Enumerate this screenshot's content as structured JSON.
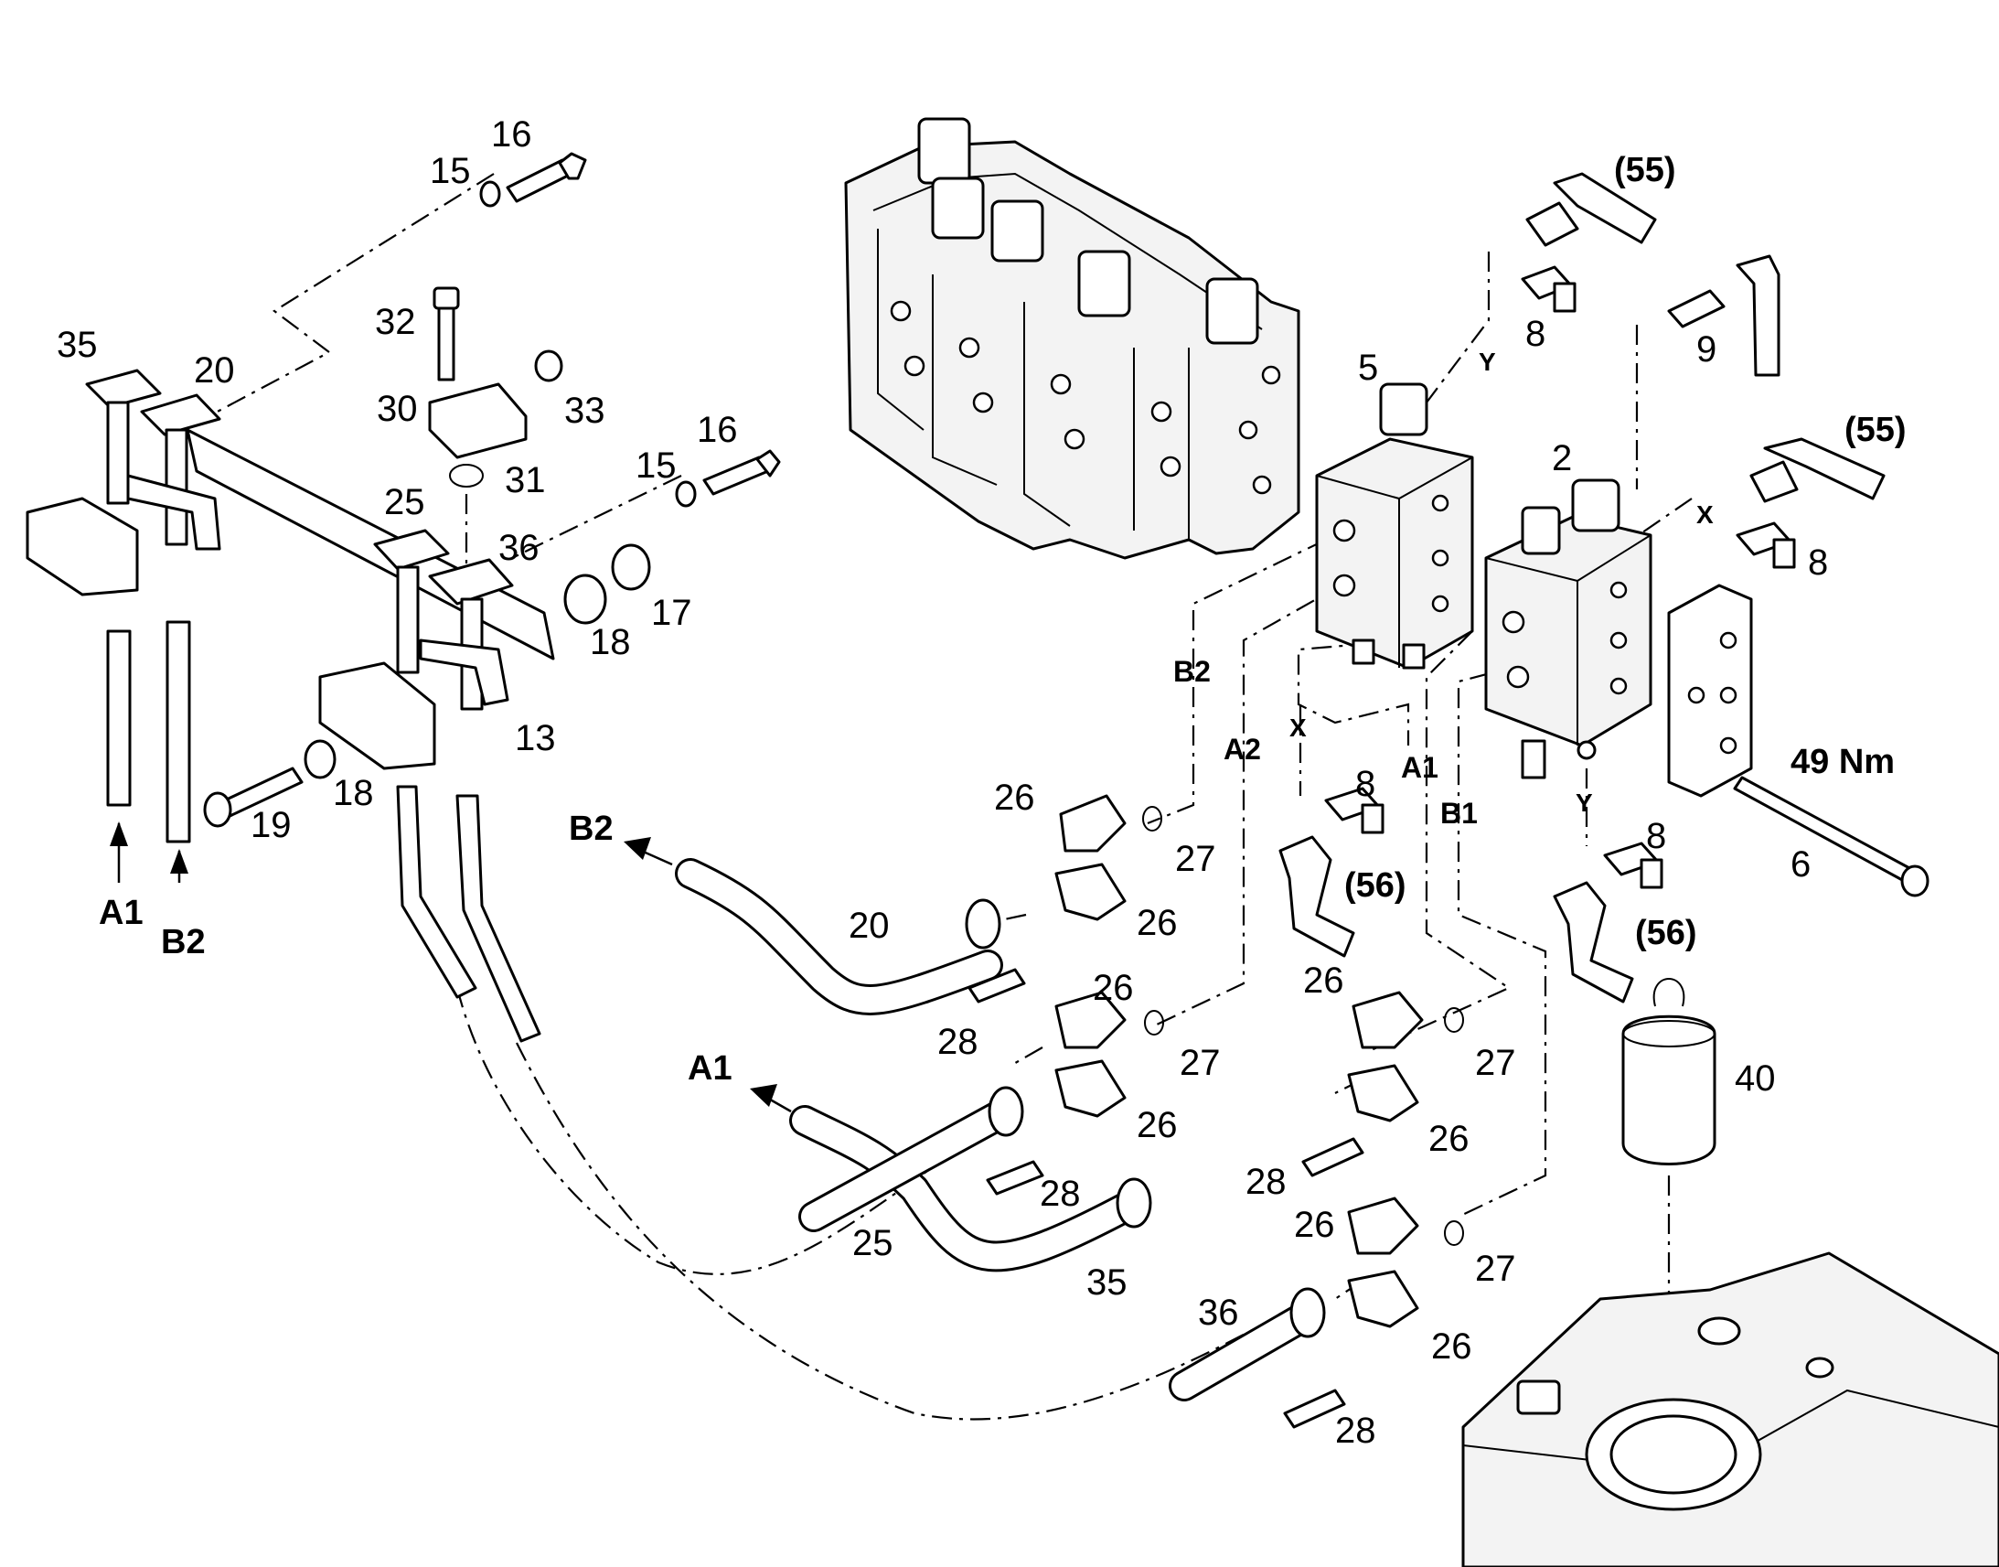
{
  "callouts": {
    "n16a": "16",
    "n15a": "15",
    "n35a": "35",
    "n20a": "20",
    "n32": "32",
    "n30": "30",
    "n33": "33",
    "n31": "31",
    "n16b": "16",
    "n15b": "15",
    "n25a": "25",
    "n36a": "36",
    "n17": "17",
    "n18a": "18",
    "n13": "13",
    "n18b": "18",
    "n19": "19",
    "n55a": "(55)",
    "n8a": "8",
    "n9": "9",
    "n5": "5",
    "n55b": "(55)",
    "n2": "2",
    "n8b": "8",
    "n8c": "8",
    "n56a": "(56)",
    "n8d": "8",
    "n49nm": "49 Nm",
    "n6": "6",
    "n56b": "(56)",
    "n40": "40",
    "n26a": "26",
    "n27a": "27",
    "n26b": "26",
    "n20b": "20",
    "n28a": "28",
    "n26c": "26",
    "n27b": "27",
    "n26d": "26",
    "n28b": "28",
    "n26e": "26",
    "n27c": "27",
    "n26f": "26",
    "n28c": "28",
    "n25b": "25",
    "n35b": "35",
    "n26g": "26",
    "n27d": "27",
    "n36b": "36",
    "n26h": "26",
    "n28d": "28"
  },
  "ports": {
    "a1_left": "A1",
    "b2_left": "B2",
    "b2_arrow": "B2",
    "a1_arrow": "A1",
    "b2_line": "B2",
    "a2_line": "A2",
    "a1_line": "A1",
    "b1_line": "B1",
    "y_top": "Y",
    "x_right": "X",
    "x_mid": "X",
    "y_bottom": "Y"
  }
}
